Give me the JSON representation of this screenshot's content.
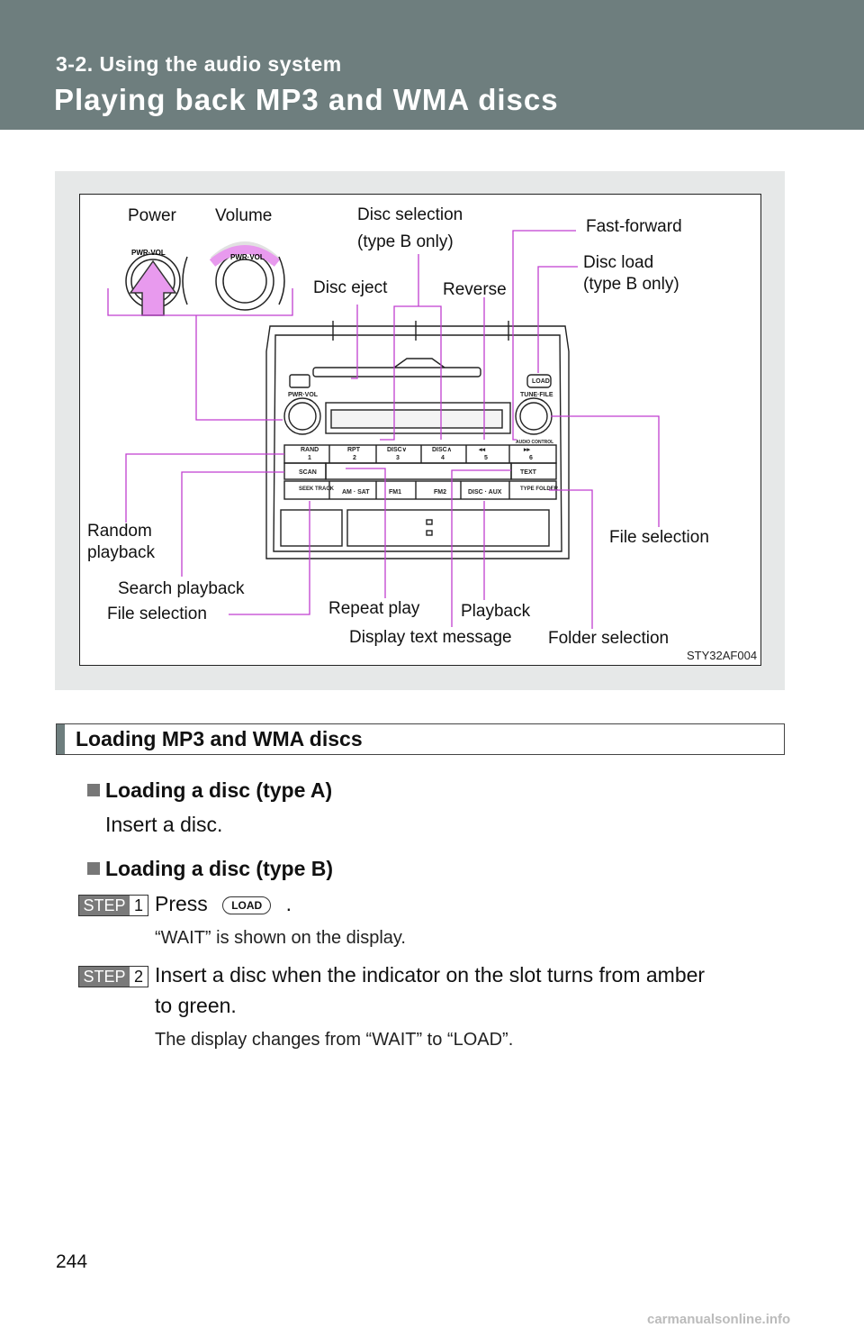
{
  "header": {
    "section": "3-2. Using the audio system",
    "title": "Playing back MP3 and WMA discs"
  },
  "figure": {
    "code": "STY32AF004",
    "labels": {
      "power": "Power",
      "volume": "Volume",
      "disc_selection": "Disc selection",
      "disc_selection_note": "(type B only)",
      "fast_forward": "Fast-forward",
      "disc_load": "Disc load",
      "disc_load_note": "(type B only)",
      "disc_eject": "Disc eject",
      "reverse": "Reverse",
      "random_playback_1": "Random",
      "random_playback_2": "playback",
      "search_playback": "Search playback",
      "file_selection_left": "File selection",
      "file_selection_right": "File selection",
      "repeat_play": "Repeat play",
      "playback": "Playback",
      "display_text_message": "Display text message",
      "folder_selection": "Folder selection"
    },
    "panel_text": {
      "pwr_vol": "PWR·VOL",
      "tune_file": "TUNE·FILE",
      "load": "LOAD",
      "audio_control": "AUDIO CONTROL",
      "rand": "RAND",
      "rpt": "RPT",
      "disc_down": "DISC∨",
      "disc_up": "DISC∧",
      "rew": "◂◂",
      "ff": "▸▸",
      "n1": "1",
      "n2": "2",
      "n3": "3",
      "n4": "4",
      "n5": "5",
      "n6": "6",
      "scan": "SCAN",
      "text": "TEXT",
      "seek_track": "SEEK TRACK",
      "am_sat": "AM · SAT",
      "fm1": "FM1",
      "fm2": "FM2",
      "disc_aux": "DISC · AUX",
      "type_folder": "TYPE FOLDER"
    }
  },
  "subsection": {
    "title": "Loading MP3 and WMA discs"
  },
  "type_a": {
    "heading": "Loading a disc (type A)",
    "text": "Insert a disc."
  },
  "type_b": {
    "heading": "Loading a disc (type B)",
    "step_label": "STEP",
    "step1_num": "1",
    "step1_text": "Press",
    "step1_button": "LOAD",
    "step1_end": ".",
    "step1_note": "“WAIT” is shown on the display.",
    "step2_num": "2",
    "step2_line1": "Insert a disc when the indicator on the slot turns from amber",
    "step2_line2": "to green.",
    "step2_note": "The display changes from “WAIT” to “LOAD”."
  },
  "page_number": "244",
  "watermark": "carmanualsonline.info"
}
